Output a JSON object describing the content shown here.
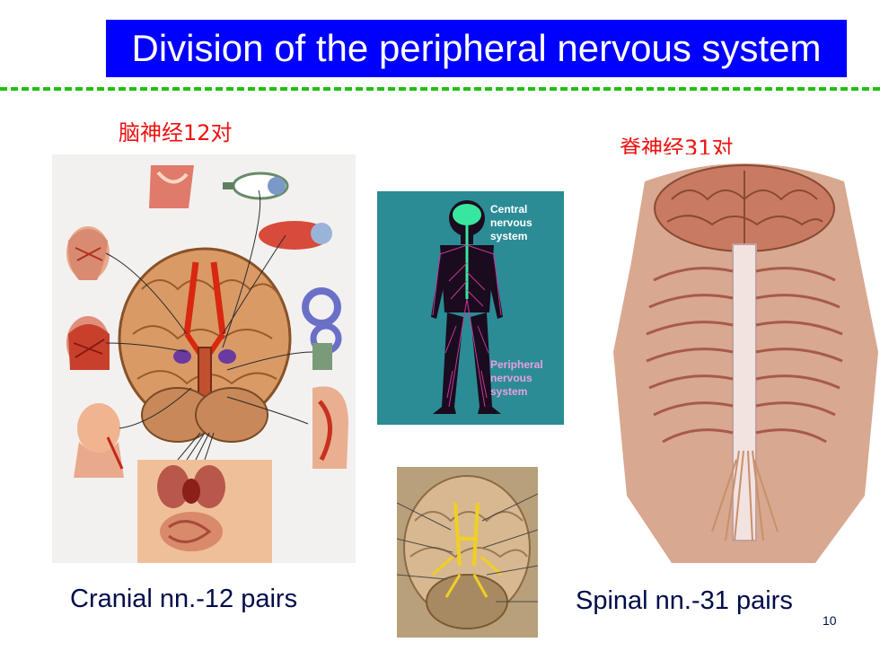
{
  "slide": {
    "title": "Division of the peripheral nervous system",
    "page_number": "10"
  },
  "left": {
    "label_cn": "脑神经12对",
    "caption": "Cranial nn.-12 pairs"
  },
  "right": {
    "label_cn": "脊神经31对",
    "caption": "Spinal nn.-31 pairs"
  },
  "diagram": {
    "central_label_1": "Central",
    "central_label_2": "nervous",
    "central_label_3": "system",
    "peripheral_label_1": "Peripheral",
    "peripheral_label_2": "nervous",
    "peripheral_label_3": "system"
  },
  "colors": {
    "title_bg": "#0000ff",
    "dash": "#22c010",
    "cn_text": "#ee1111",
    "caption_text": "#000c4a",
    "diagram_bg": "#2b8c96",
    "cns_green": "#39e6a0",
    "pns_label": "#e8a0e0"
  }
}
